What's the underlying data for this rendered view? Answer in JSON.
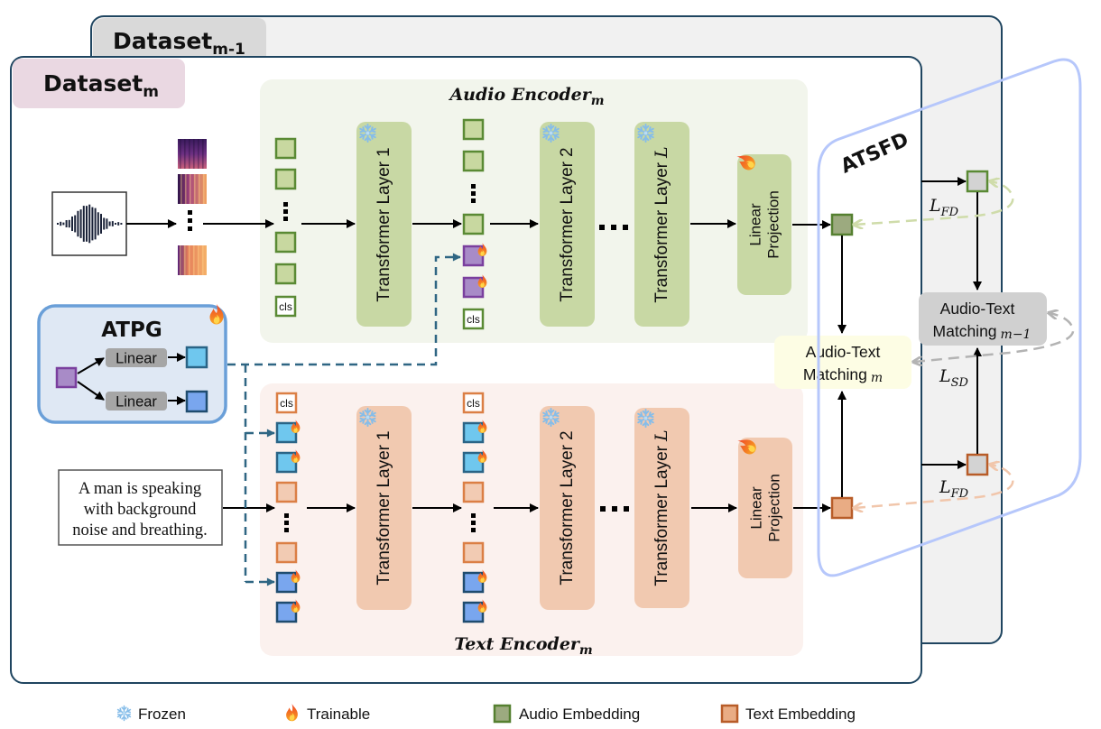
{
  "datasets": {
    "previous": {
      "name": "Dataset",
      "sub": "m-1"
    },
    "current": {
      "name": "Dataset",
      "sub": "m"
    }
  },
  "audio_input": {
    "waveform": "waveform-icon",
    "spectrogram_tokens": [
      "spectrogram",
      "spectrogram",
      "ellipsis",
      "spectrogram"
    ]
  },
  "audio_encoder": {
    "title": "Audio Encoder",
    "sub": "m",
    "cls_label": "cls",
    "layers": [
      {
        "label": "Transformer Layer",
        "index": "1",
        "state": "frozen"
      },
      {
        "label": "Transformer Layer",
        "index": "2",
        "state": "frozen"
      },
      {
        "label": "Transformer Layer",
        "index": "L",
        "state": "frozen"
      }
    ],
    "projection": {
      "line1": "Linear",
      "line2": "Projection",
      "state": "trainable"
    },
    "input_tokens": [
      "audio",
      "audio",
      "ellipsis",
      "audio",
      "audio",
      "cls"
    ],
    "prompted_tokens": [
      "audio",
      "audio",
      "ellipsis",
      "audio",
      "prompt_audio",
      "prompt_audio",
      "cls"
    ]
  },
  "text_encoder": {
    "title": "Text Encoder",
    "sub": "m",
    "cls_label": "cls",
    "layers": [
      {
        "label": "Transformer Layer",
        "index": "1",
        "state": "frozen"
      },
      {
        "label": "Transformer Layer",
        "index": "2",
        "state": "frozen"
      },
      {
        "label": "Transformer Layer",
        "index": "L",
        "state": "frozen"
      }
    ],
    "projection": {
      "line1": "Linear",
      "line2": "Projection",
      "state": "trainable"
    },
    "input_tokens": [
      "cls",
      "prompt_text_a",
      "prompt_text_a",
      "text",
      "ellipsis",
      "text",
      "prompt_text_b",
      "prompt_text_b"
    ],
    "prompted_tokens": [
      "cls",
      "prompt_text_a",
      "prompt_text_a",
      "text",
      "ellipsis",
      "text",
      "prompt_text_b",
      "prompt_text_b"
    ]
  },
  "atpg": {
    "title": "ATPG",
    "state": "trainable",
    "linear_top": "Linear",
    "linear_bottom": "Linear"
  },
  "atsfd": {
    "title": "ATSFD"
  },
  "caption_input": {
    "lines": [
      "A man is speaking",
      "with background",
      "noise and breathing."
    ]
  },
  "matching": {
    "current": {
      "line1": "Audio-Text",
      "line2": "Matching",
      "sub": "m"
    },
    "previous": {
      "line1": "Audio-Text",
      "line2": "Matching",
      "sub": "m−1"
    }
  },
  "losses": {
    "feature_audio": {
      "symbol": "L",
      "sub": "FD"
    },
    "score": {
      "symbol": "L",
      "sub": "SD"
    },
    "feature_text": {
      "symbol": "L",
      "sub": "FD"
    }
  },
  "legend": {
    "frozen": "Frozen",
    "trainable": "Trainable",
    "audio_embedding": "Audio Embedding",
    "text_embedding": "Text Embedding"
  },
  "colors": {
    "frame_stroke": "#1f4560",
    "prev_dataset_bg": "#f1f1f1",
    "prev_label_bg": "#d9d9d9",
    "curr_label_bg": "#ead8e2",
    "audio_encoder_bg": "#f2f5ec",
    "audio_layer": "#c8d8a4",
    "text_encoder_bg": "#fbf1ee",
    "text_layer": "#f1c9b0",
    "audio_fill": "#c8d8a0",
    "audio_stroke": "#5a8a34",
    "text_fill": "#f2cbb3",
    "text_stroke": "#db7f45",
    "prompt_audio_fill": "#a88bc7",
    "prompt_audio_stroke": "#7a3f9e",
    "prompt_text_a_fill": "#6fc7ee",
    "prompt_text_a_stroke": "#2a6486",
    "prompt_text_b_fill": "#79a6ee",
    "prompt_text_b_stroke": "#1f4c6f",
    "audio_out_fill": "#9caa7f",
    "audio_out_stroke": "#558030",
    "text_out_fill": "#e9ac84",
    "text_out_stroke": "#b85c28",
    "atpg_bg": "#dfe8f4",
    "atpg_stroke": "#6a9fd8",
    "atsfd_stroke": "#b6c7fb",
    "matching_current_bg": "#fdfde4",
    "matching_previous_bg": "#d0d0d0",
    "prompt_path": "#2f6683"
  }
}
